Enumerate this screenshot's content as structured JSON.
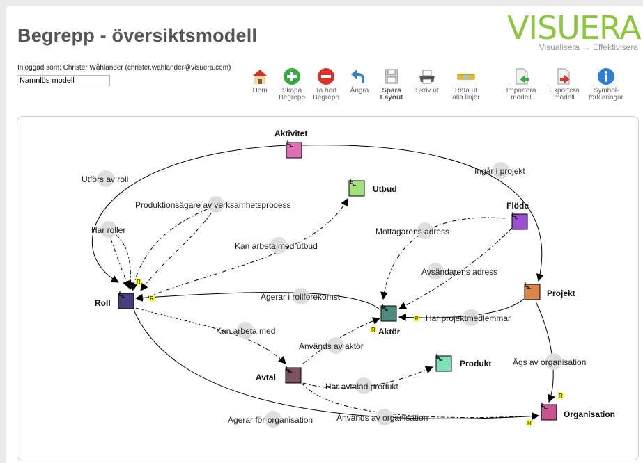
{
  "page": {
    "title": "Begrepp - översiktsmodell",
    "logo_text": "VISUERA",
    "logo_tagline": "Visualisera → Effektivisera",
    "logged_in_as": "Inloggad som: Christer Wåhlander (christer.wahlander@visuera.com)",
    "model_name": "Namnlös modell"
  },
  "toolbar": {
    "home": "Hem",
    "create": "Skapa\nBegrepp",
    "delete": "Ta bort\nBegrepp",
    "undo": "Ångra",
    "save": "Spara\nLayout",
    "print": "Skriv ut",
    "straighten": "Räta ut\nalla linjer",
    "import": "Importera\nmodell",
    "export": "Exportera\nmodell",
    "symbols": "Symbol-\nförklaringar"
  },
  "colors": {
    "aktivitet": "#e070b4",
    "utbud": "#a6e07a",
    "flode": "#9b4fd0",
    "projekt": "#d9864a",
    "roll": "#4a3f7e",
    "aktor": "#4f8a80",
    "avtal": "#7c5262",
    "produkt": "#7fe0b8",
    "organisation": "#c9558f",
    "logo_green": "#8cc63f",
    "rel_marker": "#ffff00"
  },
  "nodes": {
    "aktivitet": "Aktivitet",
    "utbud": "Utbud",
    "flode": "Flöde",
    "projekt": "Projekt",
    "roll": "Roll",
    "aktor": "Aktör",
    "avtal": "Avtal",
    "produkt": "Produkt",
    "organisation": "Organisation"
  },
  "edges": {
    "utfors_av_roll": "Utförs av roll",
    "ingar_i_projekt": "Ingår i projekt",
    "produktionsagare": "Produktionsägare av verksamhetsprocess",
    "har_roller": "Har roller",
    "mottagarens_adress": "Mottagarens adress",
    "kan_arbeta_med_utbud": "Kan arbeta med utbud",
    "avsandarens_adress": "Avsändarens adress",
    "agerar_i_rollforekomst": "Agerar i rollförekomst",
    "har_projektmedlemmar": "Har projektmedlemmar",
    "kan_arbeta_med": "Kan arbeta med",
    "anvands_av_aktor": "Används av aktör",
    "ags_av_organisation": "Ägs av organisation",
    "har_avtalad_produkt": "Har avtalad produkt",
    "anvands_av_organisation": "Används av organisation",
    "agerar_for_organisation": "Agerar för organisation"
  },
  "markers": {
    "r": "R"
  }
}
